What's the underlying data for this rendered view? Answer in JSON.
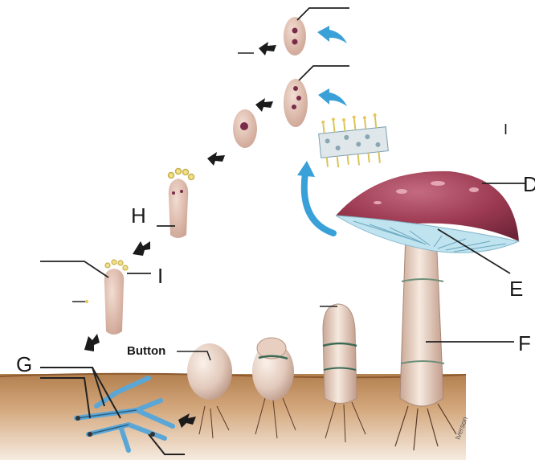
{
  "labels": {
    "d": "D",
    "e": "E",
    "f": "F",
    "g": "G",
    "h": "H",
    "i_upper": "I",
    "i_lower": "I",
    "button": "Button",
    "signature": "Iverson"
  },
  "colors": {
    "cap": "#9c3a52",
    "cap_highlight": "#c46b80",
    "gills": "#bfe3ef",
    "stalk": "#e7d3c5",
    "soil": "#b07a4a",
    "hyphae": "#5aa6d6",
    "arrow_dark": "#1b1b1b",
    "arrow_blue": "#3aa0d8",
    "basidium": "#d9b7a8",
    "nucleus": "#7a2b4a",
    "spore": "#e6c65a"
  }
}
